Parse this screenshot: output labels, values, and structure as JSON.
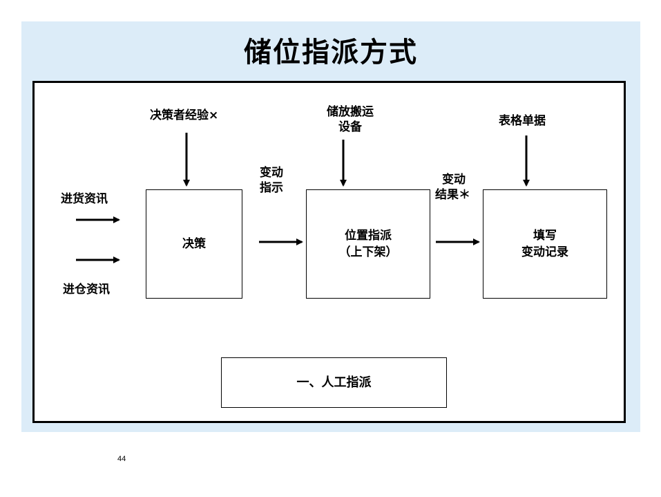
{
  "title": "储位指派方式",
  "page_number": "44",
  "inputs": {
    "goods_info": "进货资讯",
    "warehouse_info": "进仓资讯"
  },
  "influences": {
    "decision_maker_experience": "决策者经验×",
    "storage_equipment_line1": "储放搬运",
    "storage_equipment_line2": "设备",
    "form_documents": "表格单据"
  },
  "flow_labels": {
    "change_instruction_line1": "变动",
    "change_instruction_line2": "指示",
    "change_result_line1": "变动",
    "change_result_line2": "结果＊"
  },
  "boxes": {
    "decision": "决策",
    "assignment_line1": "位置指派",
    "assignment_line2": "（上下架）",
    "record_line1": "填写",
    "record_line2": "变动记录"
  },
  "caption": "一、人工指派"
}
